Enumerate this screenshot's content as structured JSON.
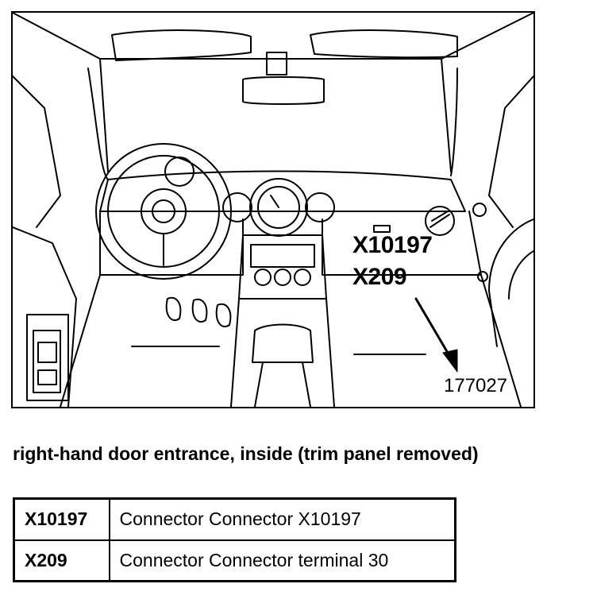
{
  "figure": {
    "callouts": [
      "X10197",
      "X209"
    ],
    "figure_number": "177027"
  },
  "caption": "right-hand door entrance, inside (trim panel removed)",
  "legend": {
    "rows": [
      {
        "code": "X10197",
        "description": "Connector Connector X10197"
      },
      {
        "code": "X209",
        "description": "Connector Connector terminal 30"
      }
    ]
  }
}
